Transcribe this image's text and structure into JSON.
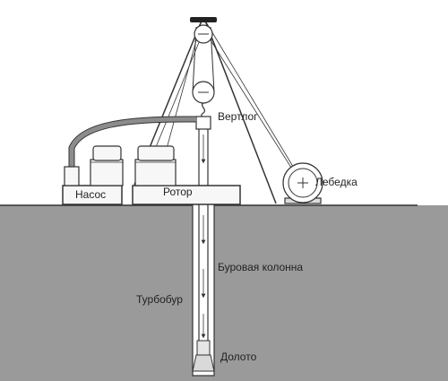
{
  "labels": {
    "swivel": "Вертлог",
    "winch": "Лебедка",
    "pump": "Насос",
    "rotor": "Ротор",
    "drill_string": "Буровая колонна",
    "turbodrill": "Турбобур",
    "bit": "Долото"
  },
  "colors": {
    "ground": "#9a9a9a",
    "sky": "#ffffff",
    "line": "#333333",
    "equipment_fill": "#f7f7f7",
    "hose": "#8c8c8c"
  }
}
